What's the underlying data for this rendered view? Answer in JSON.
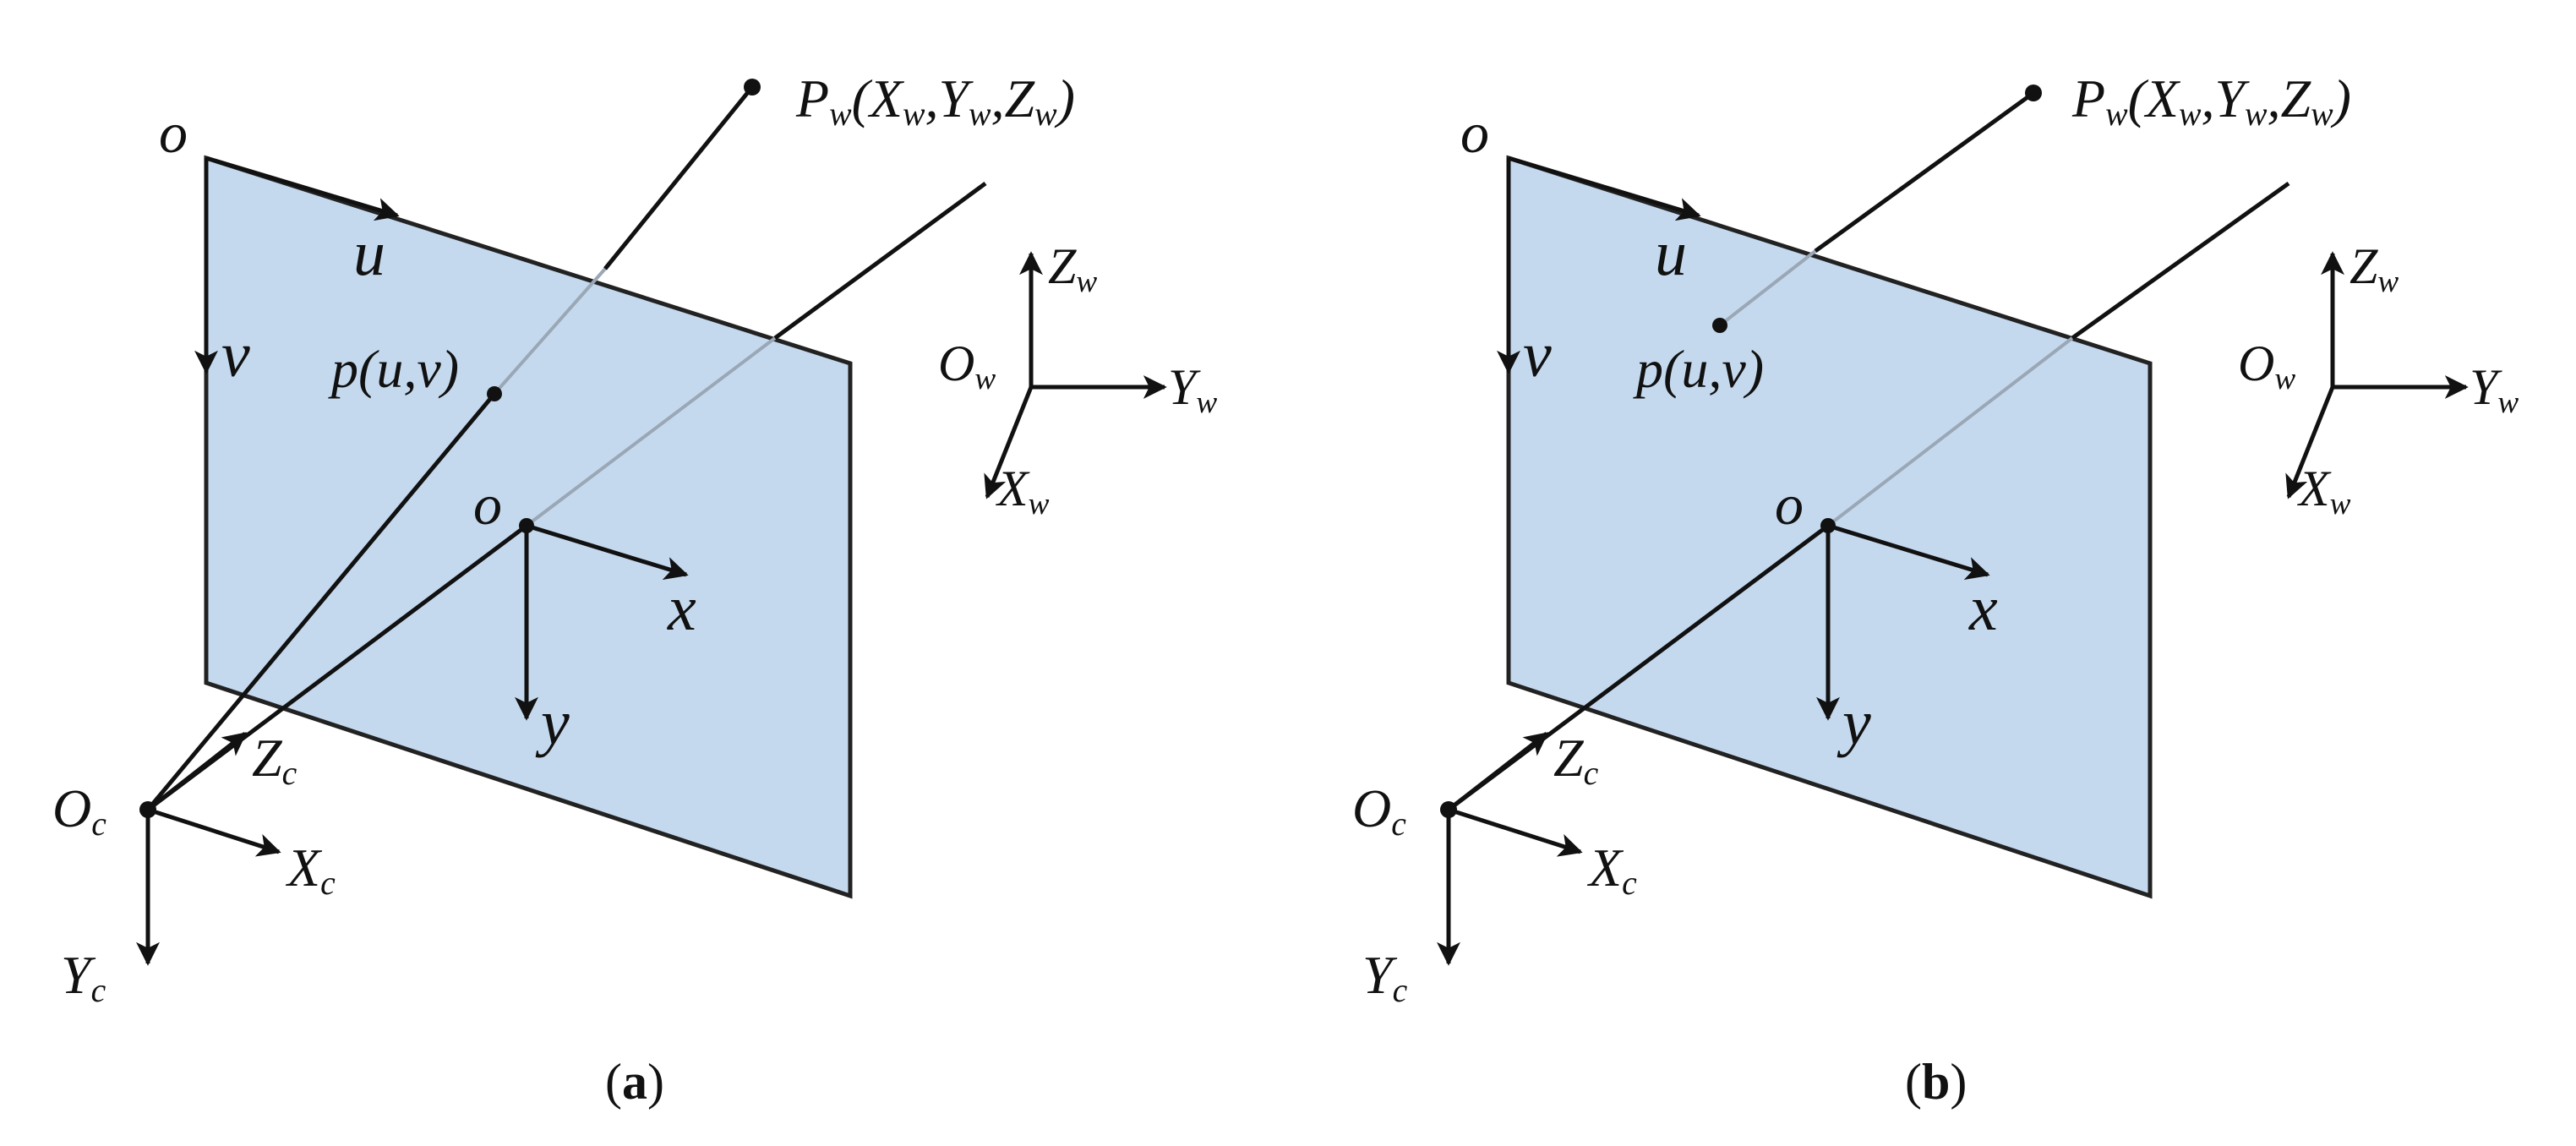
{
  "colors": {
    "image_plane_fill": "#c5d9ee",
    "image_plane_stroke": "#222222",
    "line": "#111111",
    "ray_through_plane": "#9aa7b6"
  },
  "panels": [
    {
      "id": "a",
      "caption": {
        "open": "(",
        "letter": "a",
        "close": ")"
      },
      "labels": {
        "pixel_origin": "o",
        "u_axis": "u",
        "v_axis": "v",
        "image_point": "p(u,v)",
        "principal_point": "o",
        "x_axis": "x",
        "y_axis": "y",
        "world_point": {
          "base": "P",
          "sub": "w",
          "rest_open": "(",
          "X": "X",
          "Xs": "w",
          "sep1": ",",
          "Y": "Y",
          "Ys": "w",
          "sep2": ",",
          "Z": "Z",
          "Zs": "w",
          "close": ")"
        },
        "world_origin": {
          "base": "O",
          "sub": "w"
        },
        "world_x": {
          "base": "X",
          "sub": "w"
        },
        "world_y": {
          "base": "Y",
          "sub": "w"
        },
        "world_z": {
          "base": "Z",
          "sub": "w"
        },
        "camera_origin": {
          "base": "O",
          "sub": "c"
        },
        "camera_x": {
          "base": "X",
          "sub": "c"
        },
        "camera_y": {
          "base": "Y",
          "sub": "c"
        },
        "camera_z": {
          "base": "Z",
          "sub": "c"
        }
      }
    },
    {
      "id": "b",
      "caption": {
        "open": "(",
        "letter": "b",
        "close": ")"
      },
      "labels": {
        "pixel_origin": "o",
        "u_axis": "u",
        "v_axis": "v",
        "image_point": "p(u,v)",
        "principal_point": "o",
        "x_axis": "x",
        "y_axis": "y",
        "world_point": {
          "base": "P",
          "sub": "w",
          "rest_open": "(",
          "X": "X",
          "Xs": "w",
          "sep1": ",",
          "Y": "Y",
          "Ys": "w",
          "sep2": ",",
          "Z": "Z",
          "Zs": "w",
          "close": ")"
        },
        "world_origin": {
          "base": "O",
          "sub": "w"
        },
        "world_x": {
          "base": "X",
          "sub": "w"
        },
        "world_y": {
          "base": "Y",
          "sub": "w"
        },
        "world_z": {
          "base": "Z",
          "sub": "w"
        },
        "camera_origin": {
          "base": "O",
          "sub": "c"
        },
        "camera_x": {
          "base": "X",
          "sub": "c"
        },
        "camera_y": {
          "base": "Y",
          "sub": "c"
        },
        "camera_z": {
          "base": "Z",
          "sub": "c"
        }
      }
    }
  ]
}
